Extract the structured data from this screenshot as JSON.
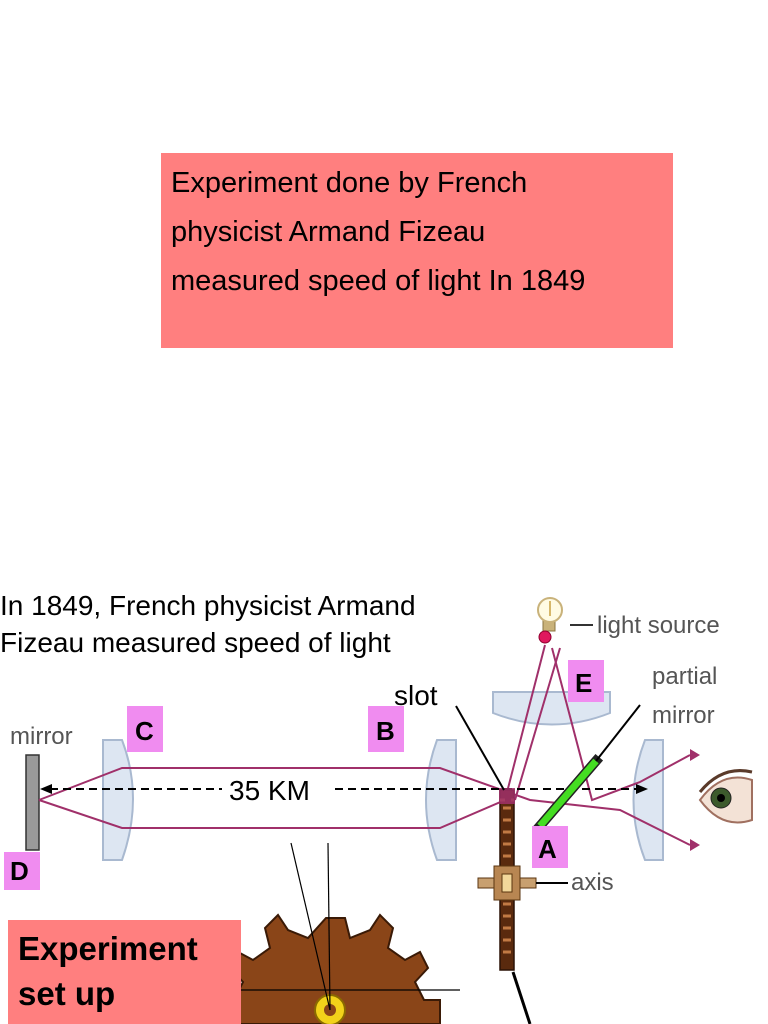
{
  "title_box": {
    "lines": [
      "Experiment done by French",
      "physicist Armand Fizeau",
      "measured speed of light In 1849"
    ]
  },
  "intro": {
    "line1": "In 1849, French physicist Armand",
    "line2": "Fizeau  measured speed of light"
  },
  "diagram": {
    "labels": {
      "mirror": "mirror",
      "light_source": "light source",
      "partial_mirror_1": "partial",
      "partial_mirror_2": "mirror",
      "axis": "axis",
      "slot": "slot",
      "distance": "35 KM"
    },
    "points": {
      "a": "A",
      "b": "B",
      "c": "C",
      "d": "D",
      "e": "E"
    },
    "colors": {
      "beam": "#a0306a",
      "lens": "#dde6f2",
      "wheel": "#7a3a14",
      "partial_mirror": "#44dd22",
      "label_highlight": "#f08cf0",
      "box": "#ff7f7f"
    }
  },
  "setup_box": {
    "line1": "Experiment",
    "line2": "set up"
  }
}
